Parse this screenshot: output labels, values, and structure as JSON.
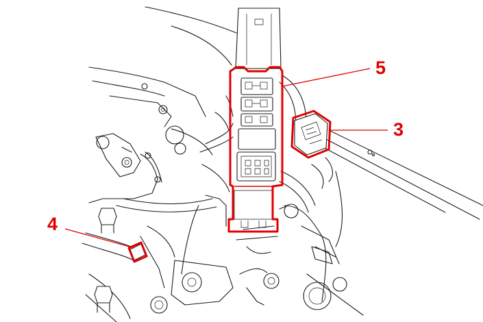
{
  "colors": {
    "highlight": "#e00000",
    "line_art": "#1a1a1a",
    "background": "#ffffff"
  },
  "callouts": {
    "c5": {
      "label": "5"
    },
    "c3": {
      "label": "3"
    },
    "c4": {
      "label": "4"
    }
  }
}
